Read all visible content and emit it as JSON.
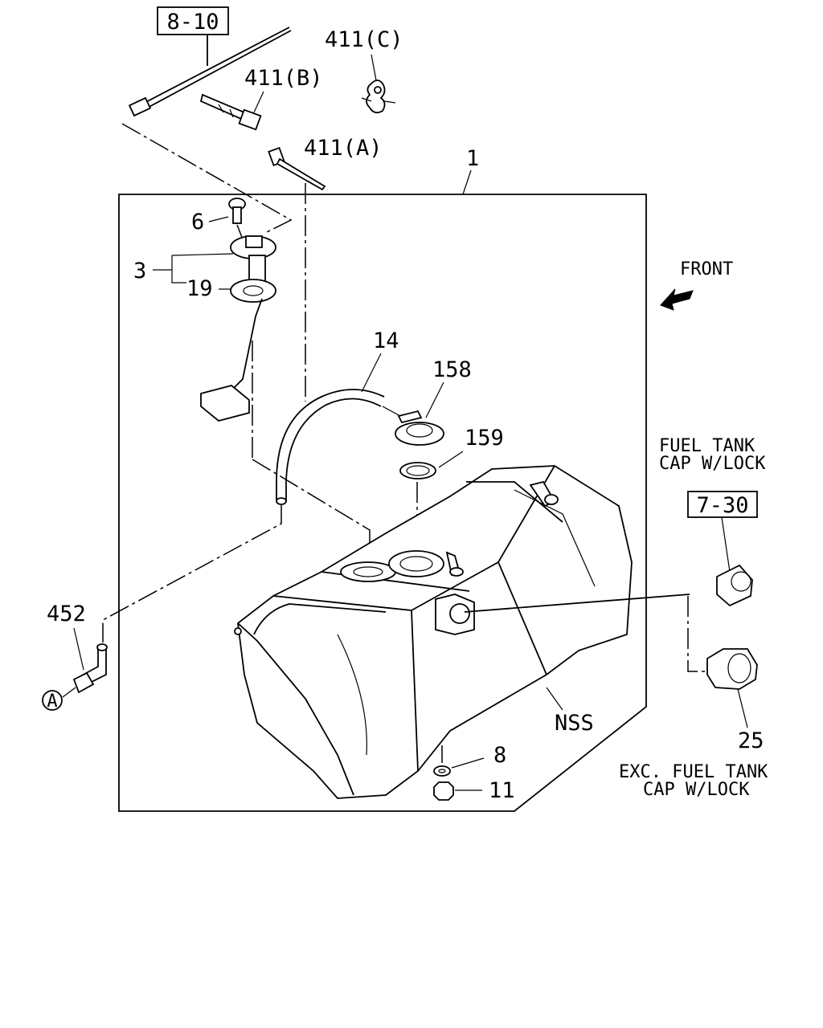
{
  "callouts": {
    "ref_8_10": "8-10",
    "p411c": "411(C)",
    "p411b": "411(B)",
    "p411a": "411(A)",
    "p1": "1",
    "p6": "6",
    "p3": "3",
    "p19": "19",
    "p14": "14",
    "p158": "158",
    "p159": "159",
    "p452": "452",
    "pA": "A",
    "ref_7_30": "7-30",
    "p25": "25",
    "p8": "8",
    "p11": "11",
    "nss": "NSS"
  },
  "notes": {
    "front": "FRONT",
    "lock_cap_line1": "FUEL TANK",
    "lock_cap_line2": "CAP W/LOCK",
    "exc_line1": "EXC. FUEL TANK",
    "exc_line2": "CAP W/LOCK"
  }
}
